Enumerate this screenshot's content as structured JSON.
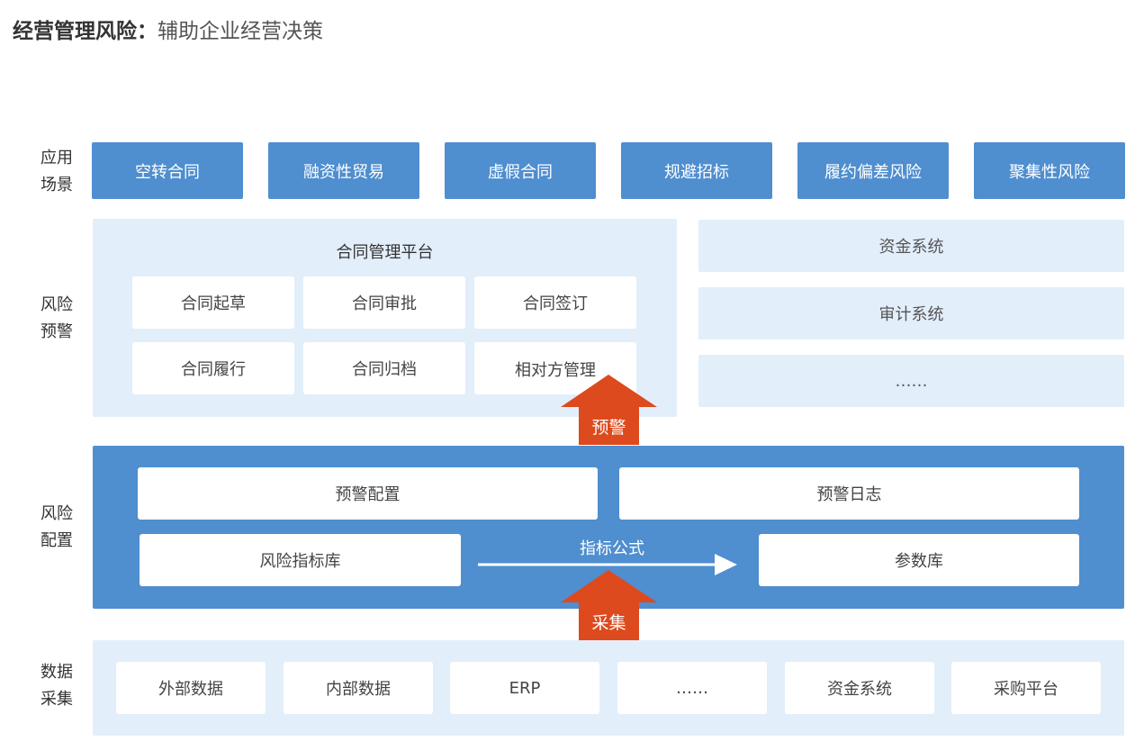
{
  "title": {
    "bold": "经营管理风险：",
    "normal": "辅助企业经营决策"
  },
  "rows": {
    "application": [
      "应用",
      "场景"
    ],
    "warning": [
      "风险",
      "预警"
    ],
    "config": [
      "风险",
      "配置"
    ],
    "collection": [
      "数据",
      "采集"
    ]
  },
  "scenes": [
    "空转合同",
    "融资性贸易",
    "虚假合同",
    "规避招标",
    "履约偏差风险",
    "聚集性风险"
  ],
  "contract_platform": {
    "title": "合同管理平台",
    "items": [
      "合同起草",
      "合同审批",
      "合同签订",
      "合同履行",
      "合同归档",
      "相对方管理"
    ]
  },
  "side_systems": [
    "资金系统",
    "审计系统",
    "……"
  ],
  "arrows": {
    "warning": "预警",
    "collect": "采集"
  },
  "config": {
    "top": [
      "预警配置",
      "预警日志"
    ],
    "index_lib": "风险指标库",
    "formula": "指标公式",
    "param_lib": "参数库"
  },
  "data_sources": [
    "外部数据",
    "内部数据",
    "ERP",
    "……",
    "资金系统",
    "采购平台"
  ],
  "colors": {
    "primary_blue": "#4f8ecf",
    "light_blue": "#e3eefb",
    "arrow_orange": "#dd4a1d"
  }
}
